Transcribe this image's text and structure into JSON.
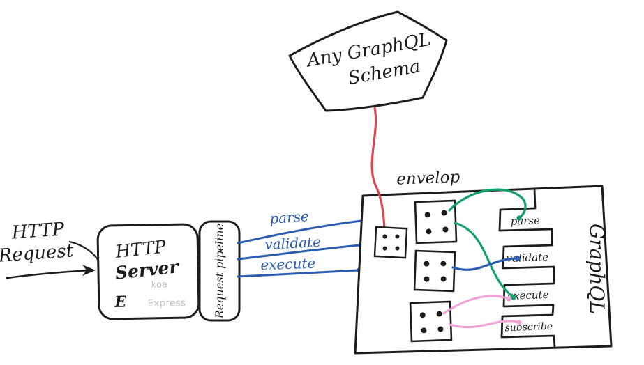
{
  "colors": {
    "ink": "#1c1c1c",
    "blue": "#2a5db0",
    "red": "#d94753",
    "green": "#14a06a",
    "pink": "#f2a3d8",
    "gray": "#c2c2c2"
  },
  "schema_bubble": {
    "line1": "Any GraphQL",
    "line2": "Schema"
  },
  "client": {
    "request_line1": "HTTP",
    "request_line2": "Request"
  },
  "server": {
    "line1": "HTTP",
    "line2": "Server",
    "koa_label": "koa",
    "express_logo_glyph": "E",
    "express_label": "Express",
    "pipeline_label": "Request pipeline"
  },
  "calls": [
    {
      "label": "parse"
    },
    {
      "label": "validate"
    },
    {
      "label": "execute"
    }
  ],
  "envelop": {
    "label": "envelop"
  },
  "graphql": {
    "label": "GraphQL",
    "slots": [
      {
        "label": "parse"
      },
      {
        "label": "validate"
      },
      {
        "label": "execute"
      },
      {
        "label": "subscribe"
      }
    ]
  }
}
